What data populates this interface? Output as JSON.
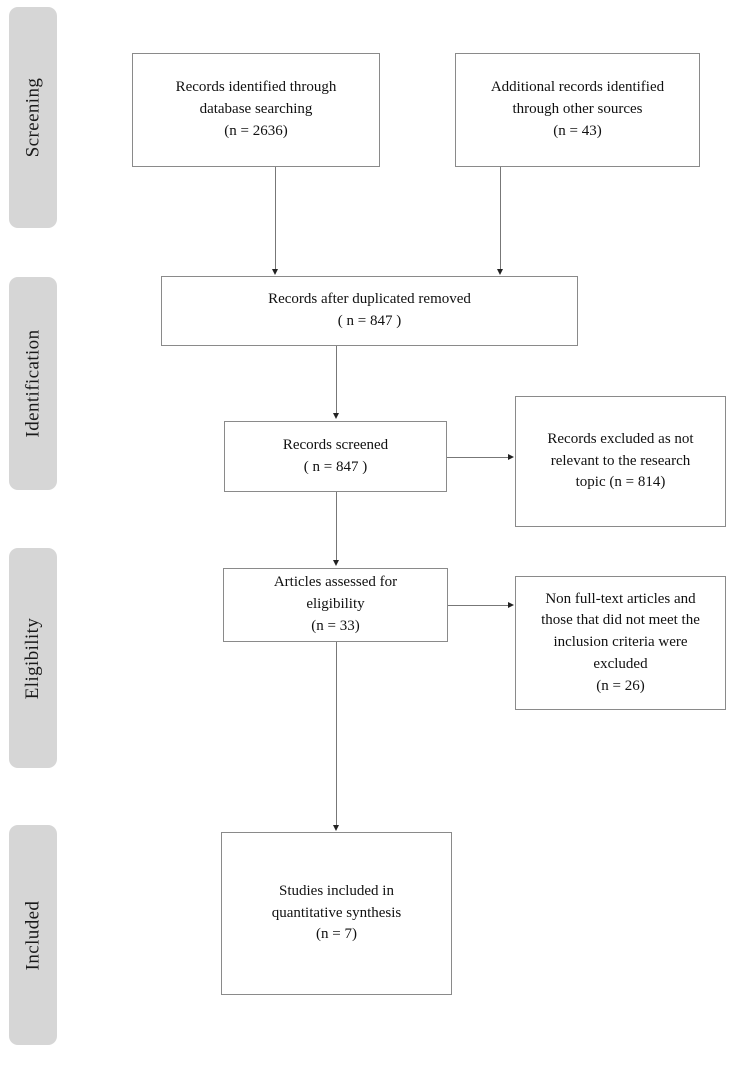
{
  "diagram": {
    "title": "PRISMA Flow Diagram",
    "type": "prisma-flow",
    "accent_color": "#d6d6d6",
    "box_border_color": "#8a8a8a",
    "connector_color": "#777777",
    "background_color": "#ffffff"
  },
  "stages": [
    {
      "id": "screening",
      "label": "Screening"
    },
    {
      "id": "identification",
      "label": "Identification"
    },
    {
      "id": "eligibility",
      "label": "Eligibility"
    },
    {
      "id": "included",
      "label": "Included"
    }
  ],
  "boxes": {
    "records_identified": {
      "id": "records-identified-database",
      "text": "Records identified through\ndatabase  searching\n(n = 2636)",
      "count": 2636
    },
    "additional_records": {
      "id": "additional-records-other-sources",
      "text": "Additional records identified\nthrough other sources\n(n = 43)",
      "count": 43
    },
    "after_duplicates": {
      "id": "records-after-duplicates-removed",
      "text": "Records after duplicated removed\n( n = 847 )",
      "count": 847
    },
    "records_screened": {
      "id": "records-screened",
      "text": "Records screened\n( n = 847  )",
      "count": 847
    },
    "records_excluded": {
      "id": "records-excluded",
      "text": "Records excluded as not\nrelevant to the research\ntopic (n  = 814)",
      "count": 814
    },
    "articles_assessed": {
      "id": "articles-assessed-eligibility",
      "text": "Articles assessed for\neligibility\n(n = 33)",
      "count": 33
    },
    "articles_excluded": {
      "id": "articles-excluded",
      "text": "Non full-text articles and\nthose that did not meet the\ninclusion criteria were\nexcluded\n(n = 26)",
      "count": 26
    },
    "studies_included": {
      "id": "studies-included-quantitative-synthesis",
      "text": "Studies included in\nquantitative synthesis\n(n = 7)",
      "count": 7
    }
  }
}
